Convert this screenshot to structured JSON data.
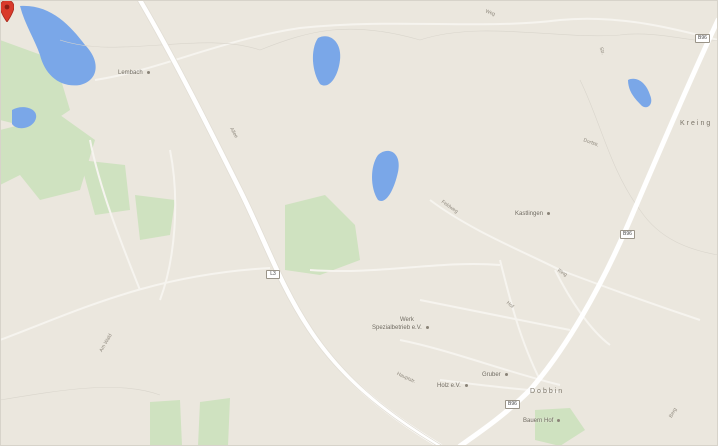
{
  "map": {
    "colors": {
      "land": "#ebe7de",
      "water": "#7aa7e8",
      "park": "#cfe2c0",
      "road": "#ffffff",
      "pin": "#d93a2b"
    },
    "place_labels": {
      "top_left": "Lembach",
      "kastlingen": "Kastlingen",
      "werkraum": "Werk",
      "werkraum_sub": "Spezialbetrieb e.V.",
      "gruber": "Gruber",
      "holz": "Holz e.V.",
      "bauern": "Bauern Hof",
      "right_edge": "Kreing",
      "town": "Dobbin"
    },
    "shields": {
      "top_right": "B96",
      "right_mid": "B96",
      "left_mid": "L3",
      "bottom_mid": "B96"
    },
    "road_names": [
      "Weg",
      "Str.",
      "Allee",
      "Feldweg",
      "Dorfstr.",
      "Ring",
      "Hof",
      "Berg",
      "Hauptstr.",
      "Am Wald"
    ],
    "marker": {
      "icon": "map-pin-icon"
    }
  }
}
